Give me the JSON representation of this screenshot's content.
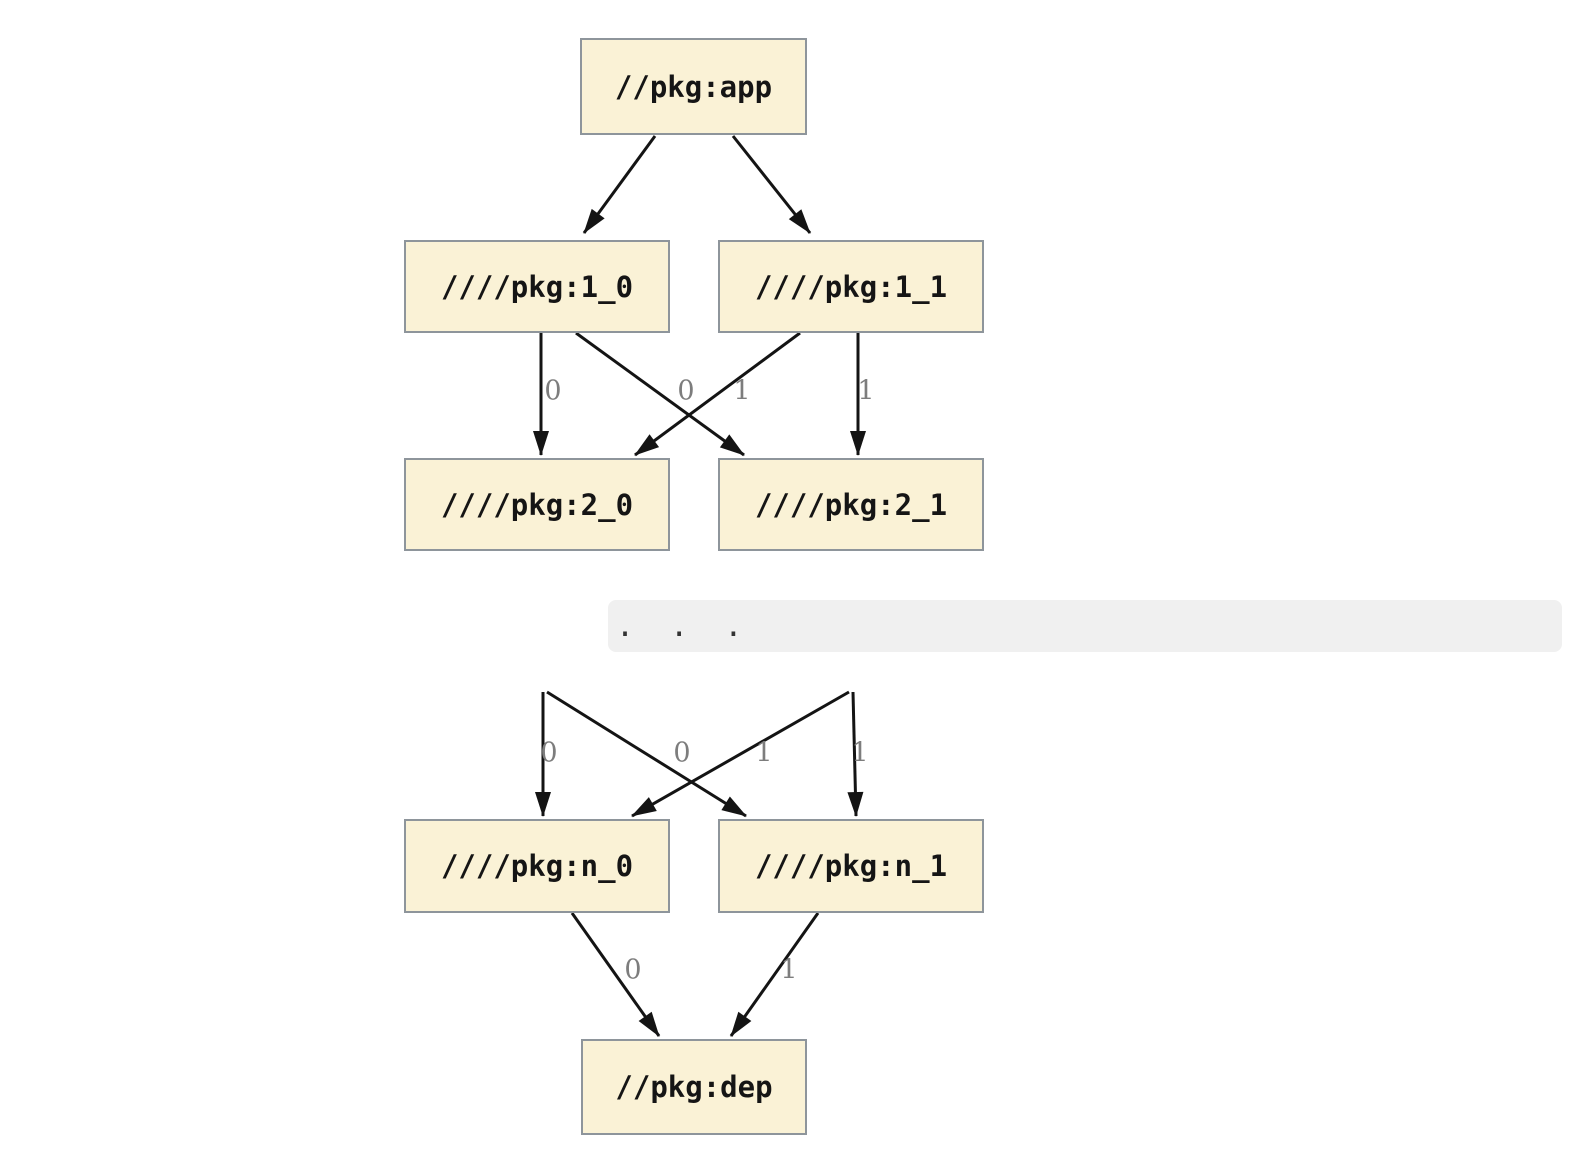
{
  "graph": {
    "nodes": {
      "app": {
        "label": "//pkg:app"
      },
      "v1_0": {
        "label": "////pkg:1_0"
      },
      "v1_1": {
        "label": "////pkg:1_1"
      },
      "v2_0": {
        "label": "////pkg:2_0"
      },
      "v2_1": {
        "label": "////pkg:2_1"
      },
      "vn_0": {
        "label": "////pkg:n_0"
      },
      "vn_1": {
        "label": "////pkg:n_1"
      },
      "dep": {
        "label": "//pkg:dep"
      }
    },
    "ellipsis_text": ".  .  .",
    "edge_labels": {
      "l_1_0_to_2_0": "0",
      "l_1_1_to_2_0": "0",
      "l_1_0_to_2_1": "1",
      "l_1_1_to_2_1": "1",
      "l_prev_to_n_0": "0",
      "l_prev2_to_n_0": "0",
      "l_prev_to_n_1": "1",
      "l_prev2_to_n_1": "1",
      "l_n_0_to_dep": "0",
      "l_n_1_to_dep": "1"
    },
    "colors": {
      "node_fill": "#FAF2D6",
      "node_border": "#8E959B",
      "edge_color": "#141414",
      "edge_label": "#7D7D7D",
      "ellipsis_band": "#F0F0F0",
      "background": "#FFFFFF"
    }
  }
}
